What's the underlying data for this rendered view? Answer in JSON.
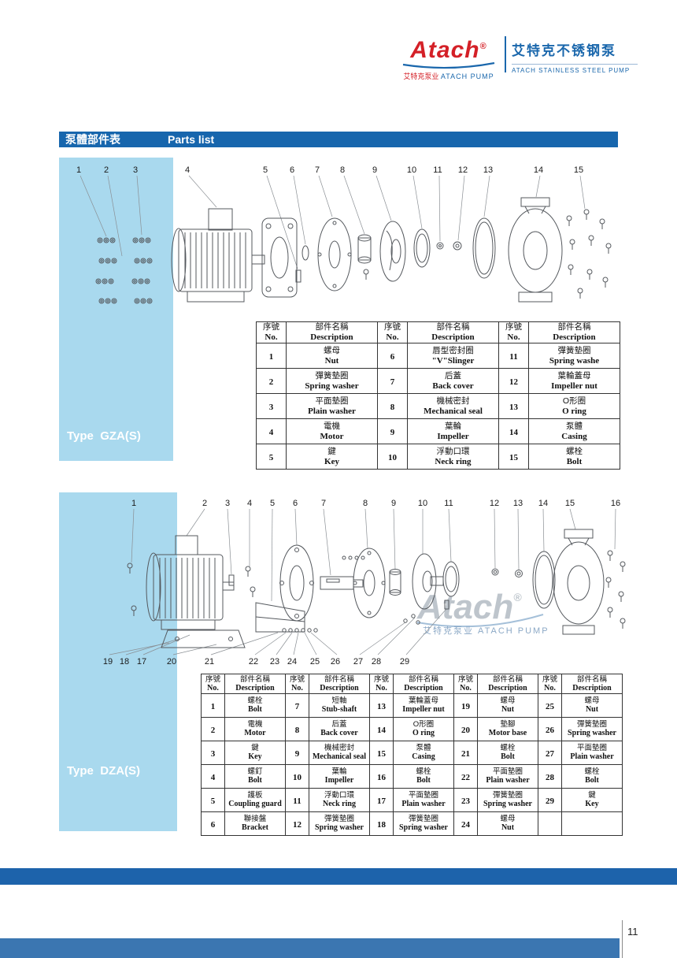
{
  "colors": {
    "title_bar_blue": "#1766ad",
    "panel_blue": "#a9d9ee",
    "brand_blue": "#1a67ac",
    "logo_red": "#d42027",
    "footer_bar_dark": "#1d63ab",
    "footer_bar_light": "#3b76b1"
  },
  "header": {
    "logo_text": "Atach",
    "logo_reg": "®",
    "logo_sub_cn": "艾特克泵业",
    "logo_sub_en": "ATACH PUMP",
    "brand_cn": "艾特克不锈钢泵",
    "brand_en": "ATACH STAINLESS STEEL PUMP"
  },
  "title_bar": {
    "cn": "泵體部件表",
    "en": "Parts list"
  },
  "sections": [
    {
      "type_label": "Type  GZA(S)",
      "callouts": [
        "1",
        "2",
        "3",
        "4",
        "5",
        "6",
        "7",
        "8",
        "9",
        "10",
        "11",
        "12",
        "13",
        "14",
        "15"
      ],
      "table": {
        "h_no_cn": "序號",
        "h_no_en": "No.",
        "h_desc_cn": "部件名稱",
        "h_desc_en": "Description",
        "cols": [
          [
            {
              "no": "1",
              "cn": "螺母",
              "en": "Nut"
            },
            {
              "no": "2",
              "cn": "彈簧墊圈",
              "en": "Spring washer"
            },
            {
              "no": "3",
              "cn": "平面墊圈",
              "en": "Plain washer"
            },
            {
              "no": "4",
              "cn": "電機",
              "en": "Motor"
            },
            {
              "no": "5",
              "cn": "鍵",
              "en": "Key"
            }
          ],
          [
            {
              "no": "6",
              "cn": "唇型密封圈",
              "en": "\"V\"Slinger"
            },
            {
              "no": "7",
              "cn": "后蓋",
              "en": "Back cover"
            },
            {
              "no": "8",
              "cn": "機械密封",
              "en": "Mechanical seal"
            },
            {
              "no": "9",
              "cn": "葉輪",
              "en": "Impeller"
            },
            {
              "no": "10",
              "cn": "浮動口環",
              "en": "Neck ring"
            }
          ],
          [
            {
              "no": "11",
              "cn": "彈簧墊圈",
              "en": "Spring washe"
            },
            {
              "no": "12",
              "cn": "葉輪蓋母",
              "en": "Impeller nut"
            },
            {
              "no": "13",
              "cn": "O形圈",
              "en": "O ring"
            },
            {
              "no": "14",
              "cn": "泵體",
              "en": "Casing"
            },
            {
              "no": "15",
              "cn": "螺栓",
              "en": "Bolt"
            }
          ]
        ]
      }
    },
    {
      "type_label": "Type  DZA(S)",
      "callouts_top": [
        "1",
        "2",
        "3",
        "4",
        "5",
        "6",
        "7",
        "8",
        "9",
        "10",
        "11",
        "12",
        "13",
        "14",
        "15",
        "16"
      ],
      "callouts_bottom": [
        "19",
        "18",
        "17",
        "20",
        "21",
        "22",
        "23",
        "24",
        "25",
        "26",
        "27",
        "28",
        "29"
      ],
      "watermark": {
        "text": "Atach",
        "reg": "®",
        "sub": "艾特克泵业  ATACH PUMP"
      },
      "table": {
        "h_no_cn": "序號",
        "h_no_en": "No.",
        "h_desc_cn": "部件名稱",
        "h_desc_en": "Description",
        "cols": [
          [
            {
              "no": "1",
              "cn": "螺栓",
              "en": "Bolt"
            },
            {
              "no": "2",
              "cn": "電機",
              "en": "Motor"
            },
            {
              "no": "3",
              "cn": "鍵",
              "en": "Key"
            },
            {
              "no": "4",
              "cn": "螺釘",
              "en": "Bolt"
            },
            {
              "no": "5",
              "cn": "護板",
              "en": "Coupling guard"
            },
            {
              "no": "6",
              "cn": "聯接盤",
              "en": "Bracket"
            }
          ],
          [
            {
              "no": "7",
              "cn": "短軸",
              "en": "Stub-shaft"
            },
            {
              "no": "8",
              "cn": "后蓋",
              "en": "Back cover"
            },
            {
              "no": "9",
              "cn": "機械密封",
              "en": "Mechanical seal"
            },
            {
              "no": "10",
              "cn": "葉輪",
              "en": "Impeller"
            },
            {
              "no": "11",
              "cn": "浮動口環",
              "en": "Neck ring"
            },
            {
              "no": "12",
              "cn": "彈簧墊圈",
              "en": "Spring washer"
            }
          ],
          [
            {
              "no": "13",
              "cn": "葉輪蓋母",
              "en": "Impeller nut"
            },
            {
              "no": "14",
              "cn": "O形圈",
              "en": "O ring"
            },
            {
              "no": "15",
              "cn": "泵體",
              "en": "Casing"
            },
            {
              "no": "16",
              "cn": "螺栓",
              "en": "Bolt"
            },
            {
              "no": "17",
              "cn": "平面墊圈",
              "en": "Plain washer"
            },
            {
              "no": "18",
              "cn": "彈簧墊圈",
              "en": "Spring washer"
            }
          ],
          [
            {
              "no": "19",
              "cn": "螺母",
              "en": "Nut"
            },
            {
              "no": "20",
              "cn": "墊腳",
              "en": "Motor base"
            },
            {
              "no": "21",
              "cn": "螺栓",
              "en": "Bolt"
            },
            {
              "no": "22",
              "cn": "平面墊圈",
              "en": "Plain washer"
            },
            {
              "no": "23",
              "cn": "彈簧墊圈",
              "en": "Spring washer"
            },
            {
              "no": "24",
              "cn": "螺母",
              "en": "Nut"
            }
          ],
          [
            {
              "no": "25",
              "cn": "螺母",
              "en": "Nut"
            },
            {
              "no": "26",
              "cn": "彈簧墊圈",
              "en": "Spring washer"
            },
            {
              "no": "27",
              "cn": "平面墊圈",
              "en": "Plain washer"
            },
            {
              "no": "28",
              "cn": "螺栓",
              "en": "Bolt"
            },
            {
              "no": "29",
              "cn": "鍵",
              "en": "Key"
            }
          ]
        ]
      }
    }
  ],
  "footer": {
    "page_number": "11"
  }
}
